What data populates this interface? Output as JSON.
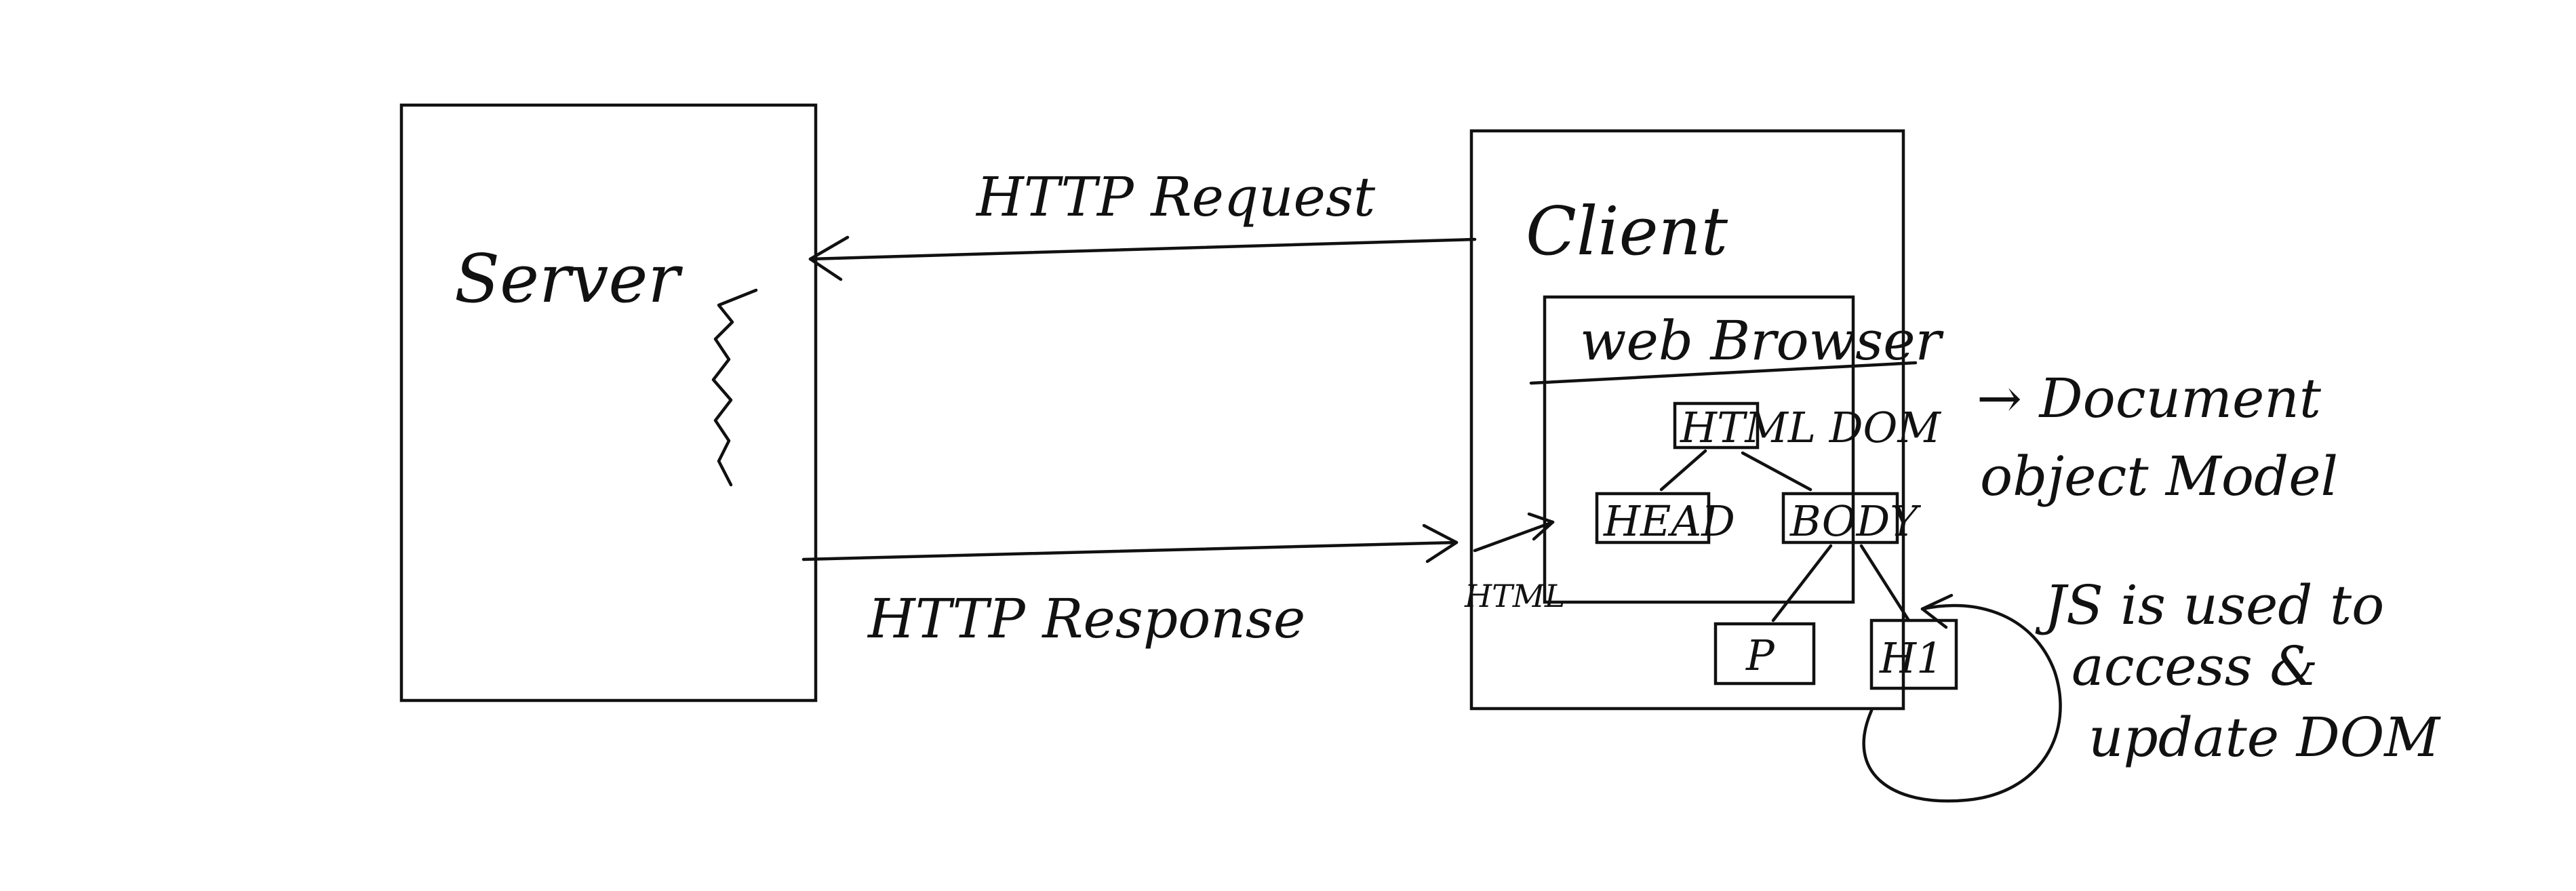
{
  "diagram": {
    "server_label": "Server",
    "client_label": "Client",
    "http_request_label": "HTTP Request",
    "http_response_label": "HTTP Response",
    "html_page_label": "HTML",
    "web_browser_label": "web Browser",
    "html_dom_label": "HTML DOM",
    "dom_expansion_line1": "→ Document",
    "dom_expansion_line2": "object Model",
    "head_label": "HEAD",
    "body_label": "BODY",
    "p_label": "P",
    "h1_label": "H1",
    "js_note_line1": "JS is used to",
    "js_note_line2": "access &",
    "js_note_line3": "update DOM"
  }
}
